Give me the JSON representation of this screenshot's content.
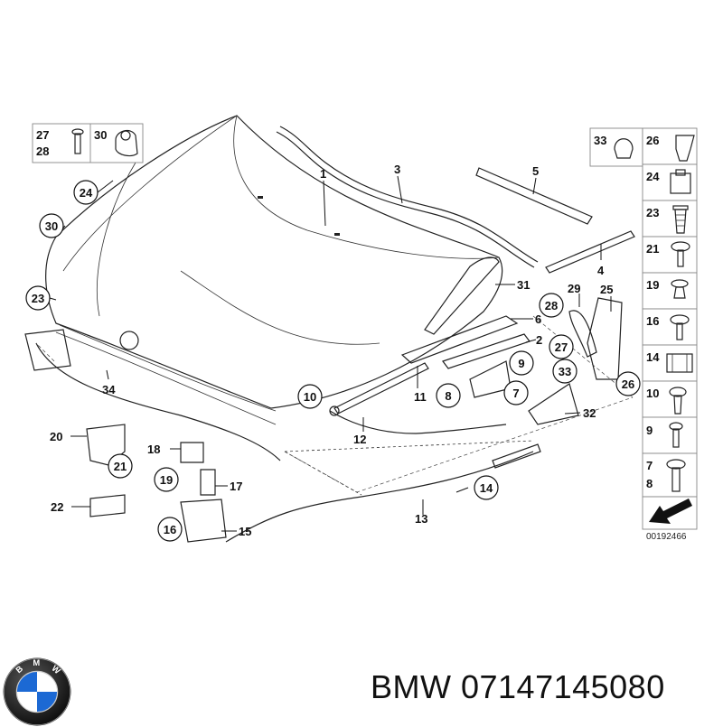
{
  "diagram": {
    "callouts": {
      "c1": "1",
      "c2": "2",
      "c3": "3",
      "c4": "4",
      "c5": "5",
      "c6": "6",
      "c7": "7",
      "c8": "8",
      "c9": "9",
      "c10": "10",
      "c11": "11",
      "c12": "12",
      "c13": "13",
      "c14": "14",
      "c15": "15",
      "c16": "16",
      "c17": "17",
      "c18": "18",
      "c19": "19",
      "c20": "20",
      "c21": "21",
      "c22": "22",
      "c23": "23",
      "c24": "24",
      "c25": "25",
      "c26": "26",
      "c27": "27",
      "c28": "28",
      "c29": "29",
      "c30": "30",
      "c31": "31",
      "c32": "32",
      "c33": "33",
      "c34": "34"
    },
    "hardware_box": {
      "a": "27",
      "b": "28",
      "c": "30"
    },
    "side_panel": [
      "33",
      "26",
      "24",
      "23",
      "21",
      "19",
      "16",
      "14",
      "10",
      "9",
      "7",
      "8"
    ],
    "diagram_id": "00192466"
  },
  "footer": {
    "logo_text": "BMW",
    "caption": "BMW 07147145080"
  },
  "colors": {
    "line": "#222222",
    "box_border": "#888888",
    "logo_blue": "#1c69d4"
  }
}
